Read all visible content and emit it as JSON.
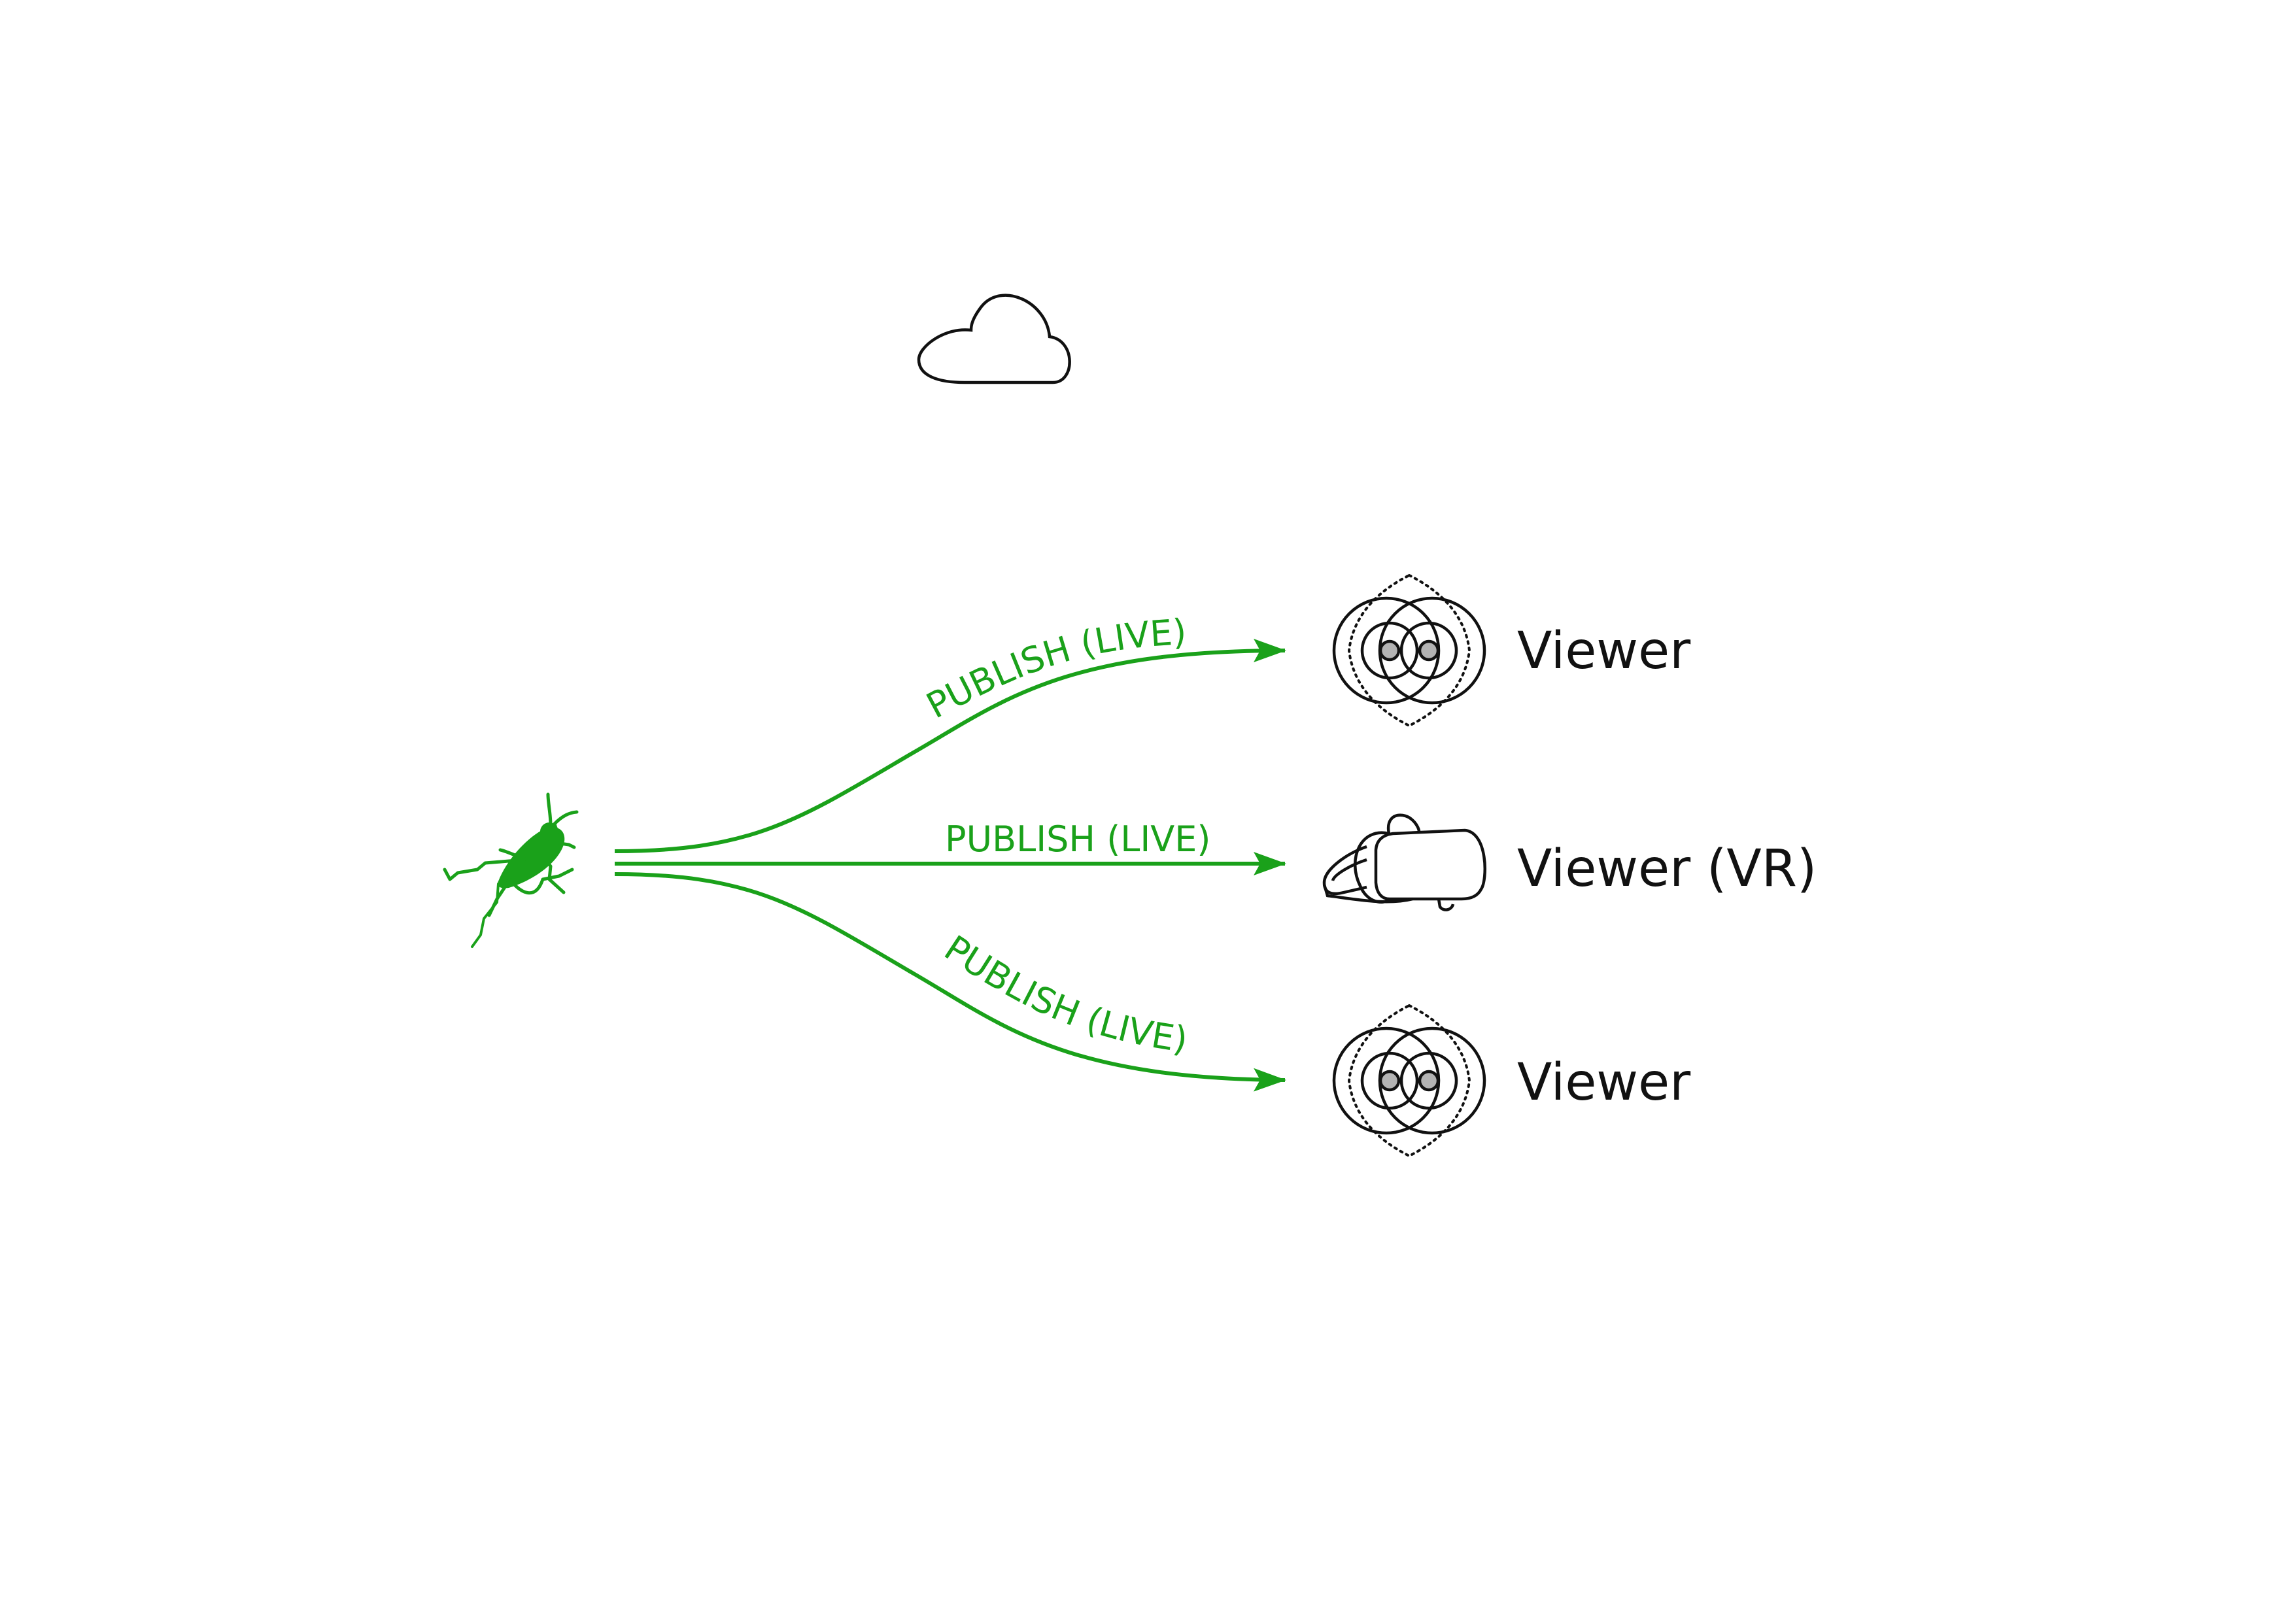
{
  "diagram": {
    "source": {
      "icon": "grasshopper-icon"
    },
    "cloud": {
      "icon": "cloud-icon"
    },
    "flows": [
      {
        "label": "PUBLISH (LIVE)",
        "target": "Viewer"
      },
      {
        "label": "PUBLISH (LIVE)",
        "target": "Viewer (VR)"
      },
      {
        "label": "PUBLISH (LIVE)",
        "target": "Viewer"
      }
    ],
    "viewers": [
      {
        "label": "Viewer",
        "icon": "viewer-eyes-icon"
      },
      {
        "label": "Viewer (VR)",
        "icon": "vr-headset-icon"
      },
      {
        "label": "Viewer",
        "icon": "viewer-eyes-icon"
      }
    ],
    "colors": {
      "flow": "#1aa11a",
      "icon": "#111111",
      "background": "#ffffff"
    }
  }
}
